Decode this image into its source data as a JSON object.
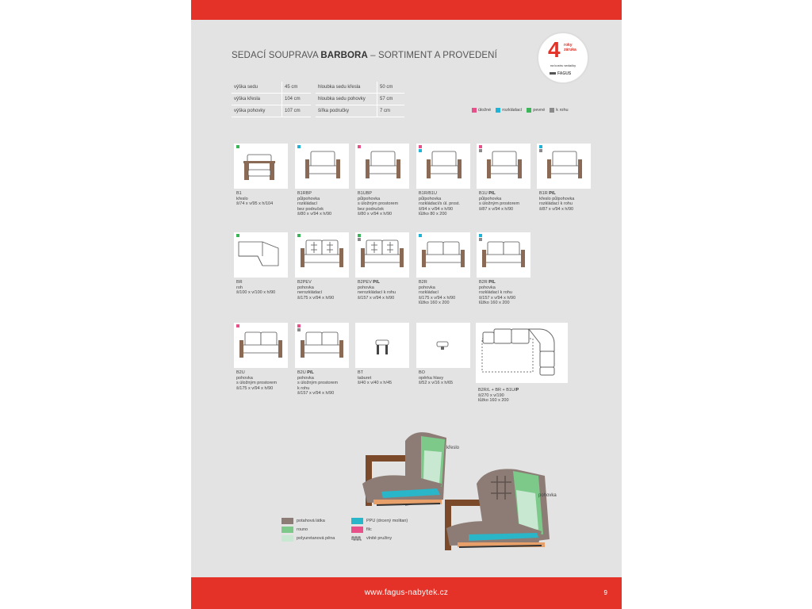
{
  "header": {
    "title_prefix": "SEDACÍ SOUPRAVA ",
    "title_bold": "BARBORA",
    "title_suffix": " – SORTIMENT A PROVEDENÍ"
  },
  "warranty": {
    "number": "4",
    "years_line1": "roky",
    "years_line2": "záruka",
    "on_frame_line1": "na kostru sedačky",
    "brand": "FAGUS"
  },
  "specs_left": [
    {
      "label": "výška sedu",
      "value": "45 cm"
    },
    {
      "label": "výška křesla",
      "value": "104 cm"
    },
    {
      "label": "výška pohovky",
      "value": "107 cm"
    }
  ],
  "specs_right": [
    {
      "label": "hloubka sedu křesla",
      "value": "50 cm"
    },
    {
      "label": "hloubka sedu pohovky",
      "value": "57 cm"
    },
    {
      "label": "šířka područky",
      "value": "7 cm"
    }
  ],
  "legend": [
    {
      "label": "úložné",
      "color": "#e8508a"
    },
    {
      "label": "rozkládací",
      "color": "#20b3d8"
    },
    {
      "label": "pevné",
      "color": "#3cb55a"
    },
    {
      "label": "k rohu",
      "color": "#8a8a8a"
    }
  ],
  "products": [
    {
      "code": "B1",
      "code_bold": "",
      "lines": [
        "křeslo",
        "š/74 x v/95 x h/104"
      ],
      "dots": [
        "#3cb55a"
      ]
    },
    {
      "code": "B1RBP",
      "code_bold": "",
      "lines": [
        "půlpohovka",
        "rozkládací",
        "bez područek",
        "š/80 x v/94 x h/90"
      ],
      "dots": [
        "#20b3d8"
      ]
    },
    {
      "code": "B1UBP",
      "code_bold": "",
      "lines": [
        "půlpohovka",
        "s úložným prostorem",
        "bez područek",
        "š/80 x v/94 x h/90"
      ],
      "dots": [
        "#e8508a"
      ]
    },
    {
      "code": "B1R/B1U",
      "code_bold": "",
      "lines": [
        "půlpohovka",
        "rozkládací/s úl. prost.",
        "š/94 x v/94 x h/90",
        "lůžko 80 x 200"
      ],
      "dots": [
        "#e8508a",
        "#20b3d8"
      ]
    },
    {
      "code": "B1U ",
      "code_bold": "P/L",
      "lines": [
        "půlpohovka",
        "s úložným prostorem",
        "š/87 x v/94 x h/90"
      ],
      "dots": [
        "#e8508a",
        "#8a8a8a"
      ]
    },
    {
      "code": "B1R ",
      "code_bold": "P/L",
      "lines": [
        "křeslo půlpohovka",
        "rozkládací k rohu",
        "š/87 x v/94 x h/90"
      ],
      "dots": [
        "#20b3d8",
        "#8a8a8a"
      ]
    },
    {
      "code": "BR",
      "code_bold": "",
      "lines": [
        "roh",
        "š/100 x v/100 x h/90"
      ],
      "dots": [
        "#3cb55a"
      ]
    },
    {
      "code": "B2PEV",
      "code_bold": "",
      "lines": [
        "pohovka",
        "nerozkládací",
        "š/175 x v/94 x h/90"
      ],
      "dots": [
        "#3cb55a"
      ]
    },
    {
      "code": "B2PEV ",
      "code_bold": "P/L",
      "lines": [
        "pohovka",
        "nerozkládací k rohu",
        "š/157 x v/94 x h/90"
      ],
      "dots": [
        "#3cb55a",
        "#8a8a8a"
      ]
    },
    {
      "code": "B2R",
      "code_bold": "",
      "lines": [
        "pohovka",
        "rozkládací",
        "š/175 x v/94 x h/90",
        "lůžko 160 x 200"
      ],
      "dots": [
        "#20b3d8"
      ]
    },
    {
      "code": "B2R ",
      "code_bold": "P/L",
      "lines": [
        "pohovka",
        "rozkládací k rohu",
        "š/157 x v/94 x h/90",
        "lůžko 160 x 200"
      ],
      "dots": [
        "#20b3d8",
        "#8a8a8a"
      ]
    },
    {
      "code": "B2U",
      "code_bold": "",
      "lines": [
        "pohovka",
        "s úložným prostorem",
        "š/175 x v/94 x h/90"
      ],
      "dots": [
        "#e8508a"
      ]
    },
    {
      "code": "B2U ",
      "code_bold": "P/L",
      "lines": [
        "pohovka",
        "s úložným prostorem",
        "k rohu",
        "š/157 x v/94 x h/90"
      ],
      "dots": [
        "#e8508a",
        "#8a8a8a"
      ]
    },
    {
      "code": "BT",
      "code_bold": "",
      "lines": [
        "taburet",
        "š/40 x v/40 x h/45"
      ],
      "dots": []
    },
    {
      "code": "BO",
      "code_bold": "",
      "lines": [
        "opěrka hlavy",
        "š/52 x v/16 x h/65"
      ],
      "dots": []
    }
  ],
  "set": {
    "code": "B2R/L + BR + B1U/",
    "code_bold": "P",
    "lines": [
      "š/270 x v/190",
      "lůžko 160 x 200"
    ]
  },
  "cutaway": {
    "label_chair": "křeslo",
    "label_sofa": "pohovka"
  },
  "materials": [
    {
      "label": "potahová látka",
      "color": "#8c7c75"
    },
    {
      "label": "rouno",
      "color": "#7dc98a"
    },
    {
      "label": "polyuretanová pěna",
      "color": "#c9e8d2"
    },
    {
      "label": "PPU (drcený molitan)",
      "color": "#29b6c9"
    },
    {
      "label": "filc",
      "color": "#e8508a"
    },
    {
      "label": "vlnité pružiny",
      "color": ""
    }
  ],
  "footer": {
    "url": "www.fagus-nabytek.cz",
    "page": "9"
  }
}
